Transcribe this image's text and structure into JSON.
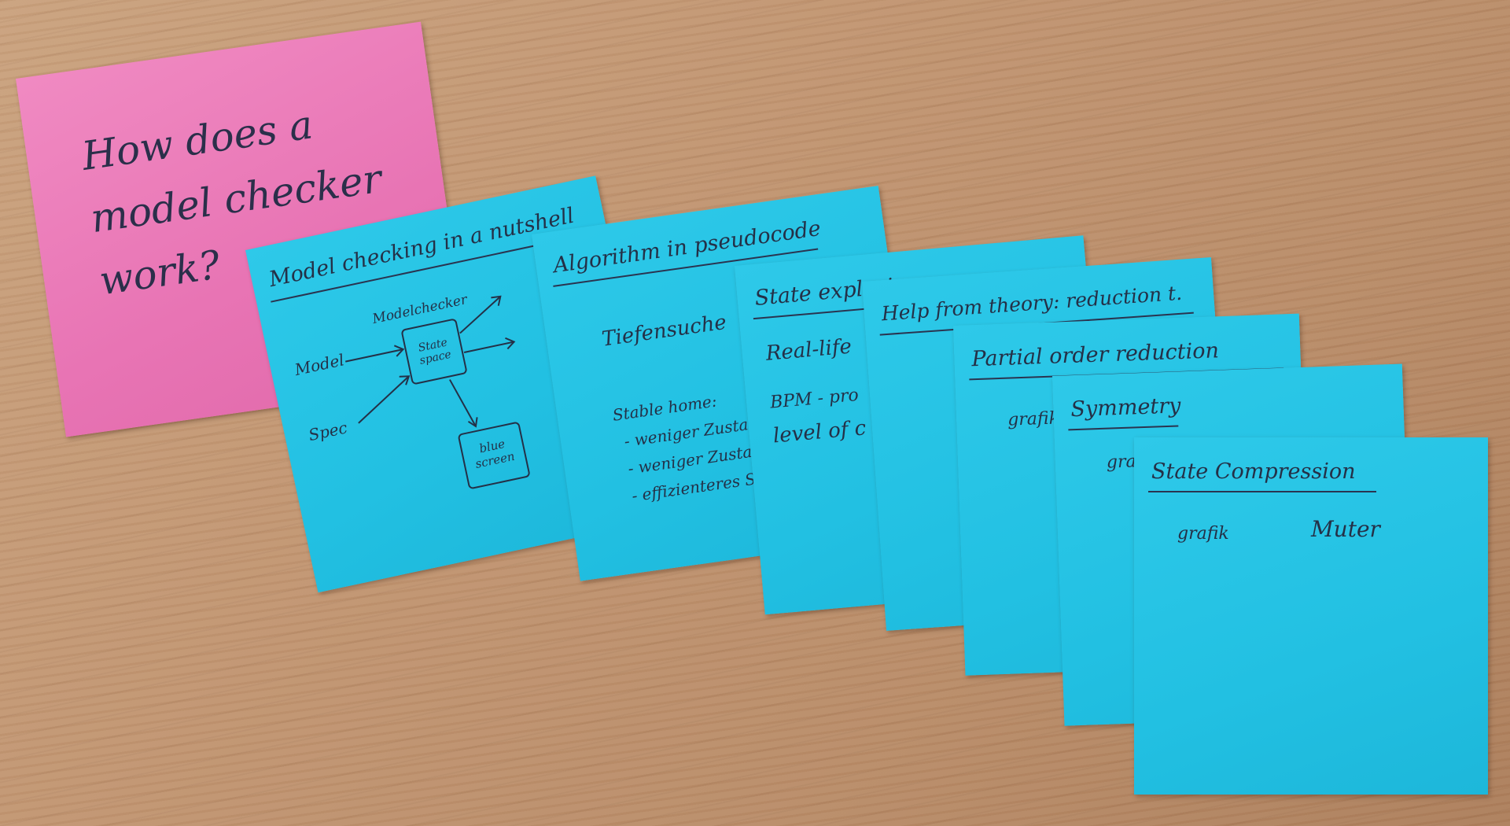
{
  "notes": {
    "pink_question": "How does a\nmodel checker\nwork?",
    "note1": {
      "title": "Model checking in a nutshell",
      "model_label": "Model",
      "spec_label": "Spec",
      "checker_label": "Modelchecker",
      "state_space_label": "State space",
      "blue_screen_label": "blue screen"
    },
    "note2": {
      "title": "Algorithm in pseudocode",
      "line1": "Tiefensuche",
      "line2": "Stable home:",
      "line3": "- weniger Zusta",
      "line4": "- weniger Zusta",
      "line5": "- effizienteres S"
    },
    "note3": {
      "title": "State explosion",
      "line1": "Real-life",
      "line2": "BPM - pro",
      "line3": "level of c"
    },
    "note4": {
      "title": "Help from theory: reduction t."
    },
    "note5": {
      "title": "Partial order reduction",
      "line1": "grafik"
    },
    "note6": {
      "title": "Symmetry",
      "line1": "grafi"
    },
    "note7": {
      "title": "State Compression",
      "line1": "grafik",
      "line2": "Muter"
    }
  },
  "colors": {
    "pink_note": "#e874b4",
    "blue_note": "#22c0e2",
    "table": "#c19571",
    "ink": "#243047"
  }
}
